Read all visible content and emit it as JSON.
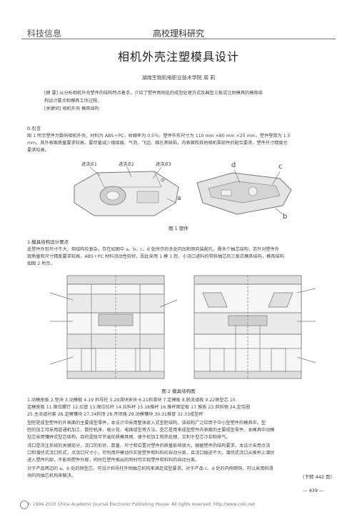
{
  "header": {
    "left": "科技信息",
    "right": "高校理科研究"
  },
  "title": "相机外壳注塑模具设计",
  "author": "湖南生物机电职业技术学院    周    莉",
  "abstract": {
    "label": "[摘    要]",
    "text1": "从分析相机外壳塑件的结构特点着手，介绍了塑件两侧处的成型处理方式及典型三板式注射模具的模具结",
    "text2": "构设计要点和模具工作过程。",
    "kw_label": "[关键词]",
    "kw": "相机外壳    模具结构"
  },
  "sections": {
    "s0": "0.引言",
    "s1": "1.模具结构设计要点"
  },
  "paras": {
    "p0a": "图 1 所示塑件为数码相机外壳，材料为 ABS＋PC，收缩率为 0.5％，塑件外形尺寸为 110 mm ×80 mm ×25 mm，塑件壁厚为 1.5",
    "p0b": "mm，其外表面质量要求较高，要尽量减少熔接痕、气泡、飞边、缩孔等缺陷，内表面和其他相机零部件的配合要求，塑件尺寸精度也",
    "p0c": "要求较高。",
    "p1a": "此塑件外形尺寸不大，但结构较复杂，存在如图中 a、b、c、d 处所示的多处内凹和侧向装配孔，需多个抽芯结构，另外对塑件外",
    "p1b": "观质量和尺寸精度要求较高，ABS＋PC 材料流动性较好，因此采用 1 模 1 腔，小浇口进料的带斜抽芯的三板式模具结构，模具结构",
    "p1c": "如图 2 所示。",
    "legend1": "1.动模座板    2.垫块    3.动模板    4.19 斜导柱    5.20滑块宋块    6.21斜滑块    7.定模板    8.脱流道板    9.22侧型芯    10.",
    "legend2": "定模座板    11.限位螺钉    12.拉管    13.限位拉杆    14.拉料杆    15.18推杆    16.推杆固定板    17.推板    23.斜斜销    24.定位圈",
    "legend3": "25.主流道衬套    26.定模镶块    27.34斜顶    28.开闭器    29.动模镶块    30.31推管    32.33成型杆",
    "p2a": "型腔是成型塑件的外表面的主要成型零件，本设计中采用整体嵌入式型腔结构，该结构广泛应用于中小型塑件的模具中。型",
    "p2b": "腔的加工可采用普通机加工、数控机床、电火花、电铸成型等方法。型芯是用来成型塑件内表面的主要成型零件。本模具中动模",
    "p2c": "型芯采用镶拼式型芯结构，目的是既可节省优质模具钢，便于机加工和热处理，又利于型芯冷却和排气。",
    "p3a": "浇口是浇注系统的关键部分，浇口的形状、数量、尺寸和位置对塑件的质量影响很大。根据塑件的结构要求，本设计采用点浇",
    "p3b": "口和潜伏式浇口形式，点浇口尺寸小，可利用开模动作实现塑件和料料的自动分离，且浇口痕迹不大。潜伏式浇口从推杆上潜伏",
    "p3c": "进入塑件内部，不影响塑件外观，同时在塑件推出的同时可实现塑件和料料的自动分离。",
    "p4a": "对于产品两边的 a、b 处的侧型芯，可设计斜导柱外侧抽芯机构来满足成型要求。对于产品 c、d 处的内侧倒钩，可以采用斜滑",
    "p4b": "块的内抽芯机构来解决。"
  },
  "figures": {
    "fig1_cap": "图 1    塑件",
    "fig2_cap": "图 2    模具结构图",
    "labels": {
      "gate1": "进浇点1",
      "gate2": "进浇点2",
      "gate3": "进浇点3",
      "a": "a",
      "b": "b",
      "c": "c",
      "d": "d"
    }
  },
  "continued": "（下转 442 页）",
  "page_number": "— 439 —",
  "footer": "© 1994-2010 China Academic Journal Electronic Publishing House. All rights reserved.    http://www.cnki.net"
}
